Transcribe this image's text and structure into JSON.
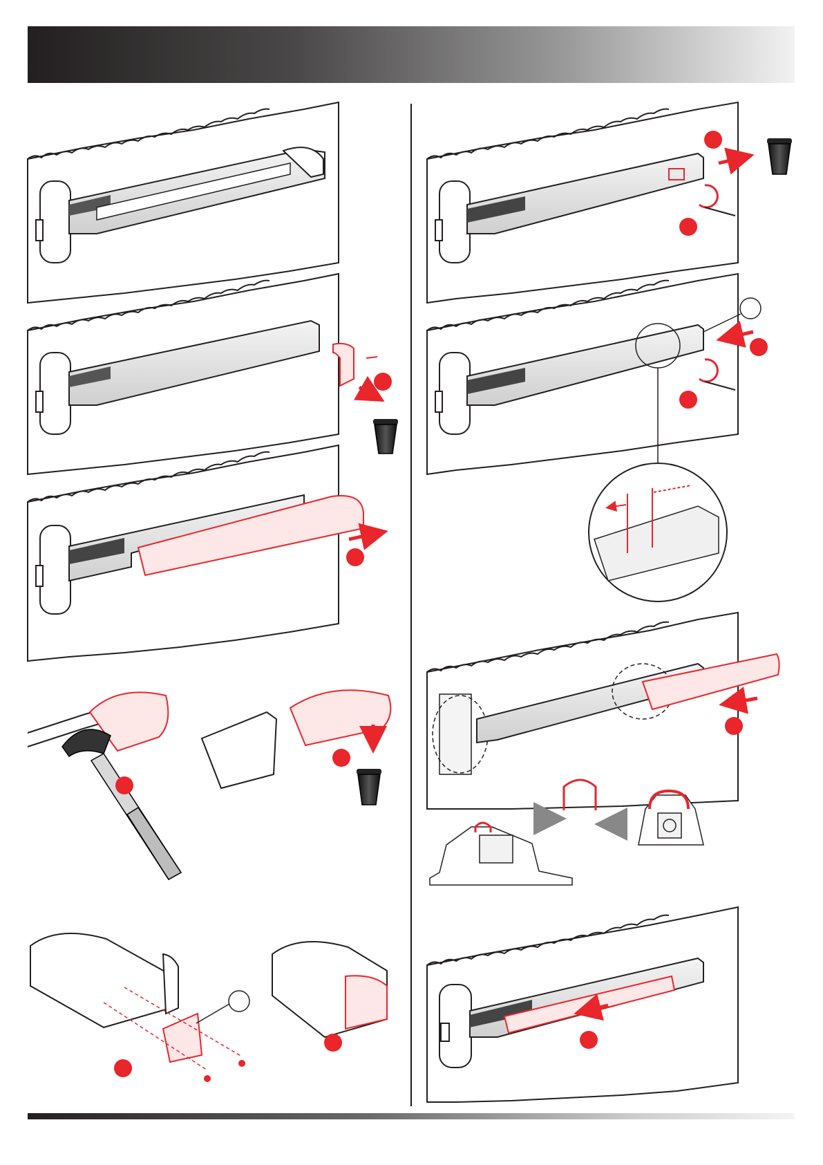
{
  "document": {
    "header_text": "",
    "footer_text": "",
    "accent_color": "#e8262c",
    "ink_color": "#231f20"
  },
  "panels": [
    {
      "id": "mount-complete",
      "column": "left",
      "markers": 0
    },
    {
      "id": "remove-end-cap",
      "column": "left",
      "markers": 1,
      "icons": [
        "trash-icon"
      ]
    },
    {
      "id": "slide-cover-off",
      "column": "left",
      "markers": 1
    },
    {
      "id": "break-end-piece",
      "column": "left",
      "markers": 2,
      "icons": [
        "hammer-icon",
        "trash-icon"
      ]
    },
    {
      "id": "fit-new-end-cap",
      "column": "left",
      "markers": 2,
      "icons": [
        "callout-circle",
        "screw-icon"
      ]
    },
    {
      "id": "remove-rail-end",
      "column": "right",
      "markers": 2,
      "icons": [
        "trash-icon",
        "rotate-arrow-icon"
      ]
    },
    {
      "id": "cut-rail",
      "column": "right",
      "markers": 2,
      "icons": [
        "callout-circle",
        "magnifier-detail",
        "rotate-arrow-icon"
      ]
    },
    {
      "id": "slide-cover-on",
      "column": "right",
      "markers": 1
    },
    {
      "id": "clip-profile-detail",
      "column": "right",
      "markers": 0,
      "icons": [
        "squeeze-arrow-icon"
      ]
    },
    {
      "id": "push-bar-home",
      "column": "right",
      "markers": 1
    }
  ]
}
